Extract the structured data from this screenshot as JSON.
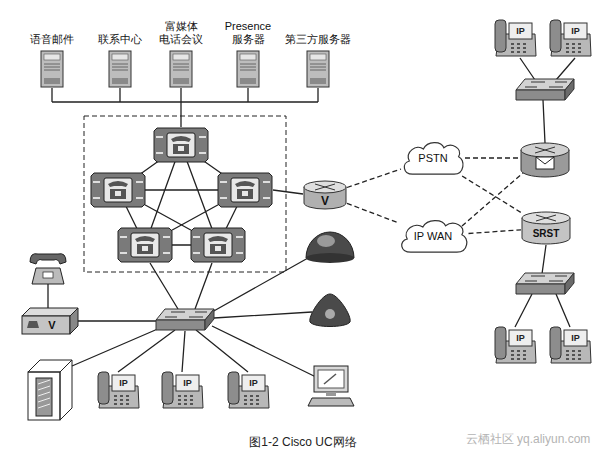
{
  "diagram": {
    "caption": "图1-2 Cisco UC网络",
    "nodes": [
      {
        "text": [
          "语音邮件"
        ]
      },
      {
        "text": [
          "联系中心"
        ]
      },
      {
        "text": [
          "富媒体 电话会议"
        ]
      },
      {
        "text": [
          "Presence 服务器"
        ]
      },
      {
        "text": [
          "第三方服务器"
        ]
      },
      {
        "text": [
          "PSTN"
        ]
      },
      {
        "text": [
          "V"
        ]
      },
      {
        "text": [
          "SRST"
        ]
      },
      {
        "text": [
          "IP WAN"
        ]
      }
    ],
    "edges": [
      {
        "from": 6,
        "to": 5,
        "arrow": "none"
      },
      {
        "from": 6,
        "to": 8,
        "arrow": "none"
      },
      {
        "from": 5,
        "to": 7,
        "arrow": "none"
      },
      {
        "from": 8,
        "to": 7,
        "arrow": "none"
      }
    ],
    "labels": [
      "IP",
      "IP",
      "V",
      "IP",
      "IP",
      "IP",
      "IP",
      "IP",
      "云栖社区 yq.aliyun.com"
    ]
  }
}
